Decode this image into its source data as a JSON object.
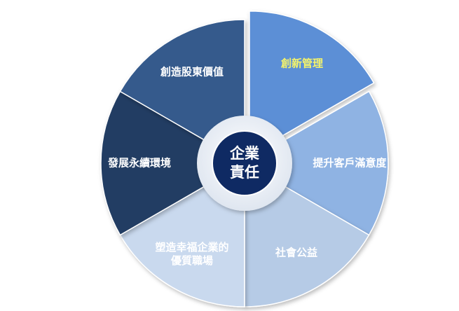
{
  "diagram": {
    "center": {
      "line1": "企業",
      "line2": "責任",
      "fill": "#0f2a63"
    },
    "segments": [
      {
        "label": "創新管理",
        "fill": "#5b8fd6",
        "text_color": "#f4f36a",
        "exploded": true
      },
      {
        "label": "提升客戶滿意度",
        "fill": "#8fb3e3",
        "text_color": "#ffffff",
        "exploded": false
      },
      {
        "label": "社會公益",
        "fill": "#b6cbe6",
        "text_color": "#ffffff",
        "exploded": false
      },
      {
        "label_lines": [
          "塑造幸福企業的",
          "優質職場"
        ],
        "fill": "#c9d9ee",
        "text_color": "#ffffff",
        "exploded": false
      },
      {
        "label": "發展永續環境",
        "fill": "#243e63",
        "text_color": "#ffffff",
        "exploded": false
      },
      {
        "label": "創造股東價值",
        "fill": "#365a8c",
        "text_color": "#ffffff",
        "exploded": false
      }
    ]
  }
}
